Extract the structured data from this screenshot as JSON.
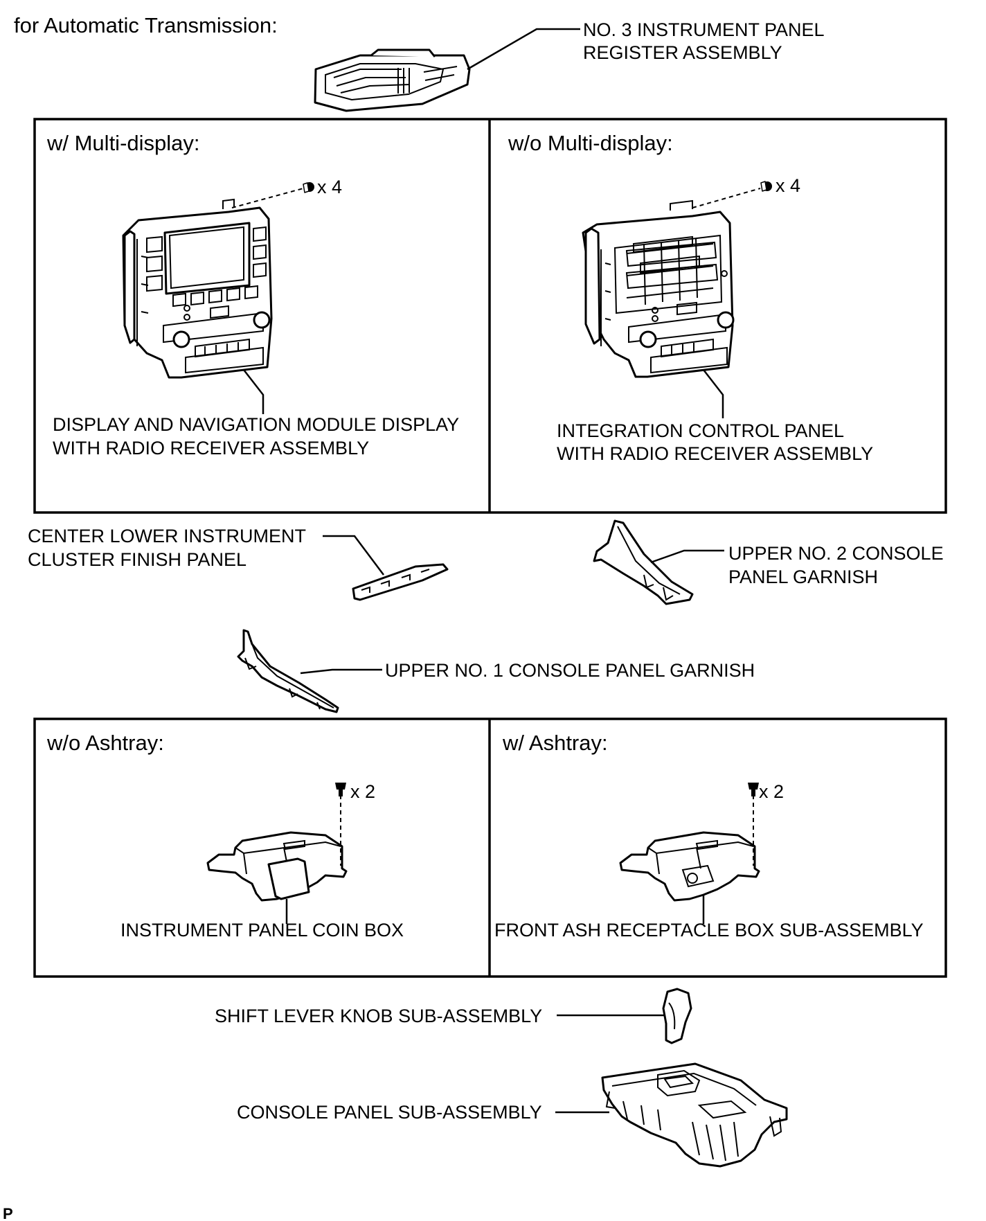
{
  "diagram": {
    "heading": "for Automatic Transmission:",
    "corner_mark": "P",
    "parts": {
      "register": [
        "NO. 3 INSTRUMENT PANEL",
        "REGISTER ASSEMBLY"
      ],
      "display_nav": [
        "DISPLAY AND NAVIGATION MODULE DISPLAY",
        "WITH RADIO RECEIVER ASSEMBLY"
      ],
      "integration": [
        "INTEGRATION CONTROL PANEL",
        "WITH RADIO RECEIVER ASSEMBLY"
      ],
      "center_lower": [
        "CENTER LOWER INSTRUMENT",
        "CLUSTER FINISH PANEL"
      ],
      "upper_no2": [
        "UPPER NO. 2 CONSOLE",
        "PANEL GARNISH"
      ],
      "upper_no1": "UPPER NO. 1 CONSOLE PANEL GARNISH",
      "coin_box": "INSTRUMENT PANEL COIN BOX",
      "ash_box": "FRONT ASH RECEPTACLE BOX SUB-ASSEMBLY",
      "shift_knob": "SHIFT LEVER KNOB SUB-ASSEMBLY",
      "console_panel": "CONSOLE PANEL SUB-ASSEMBLY"
    },
    "panels": {
      "with_multi": "w/ Multi-display:",
      "without_multi": "w/o Multi-display:",
      "without_ashtray": "w/o Ashtray:",
      "with_ashtray": "w/ Ashtray:"
    },
    "counts": {
      "clips_multi": "x 4",
      "clips_no_multi": "x 4",
      "screws_no_ashtray": "x 2",
      "screws_ashtray": "x 2"
    }
  }
}
